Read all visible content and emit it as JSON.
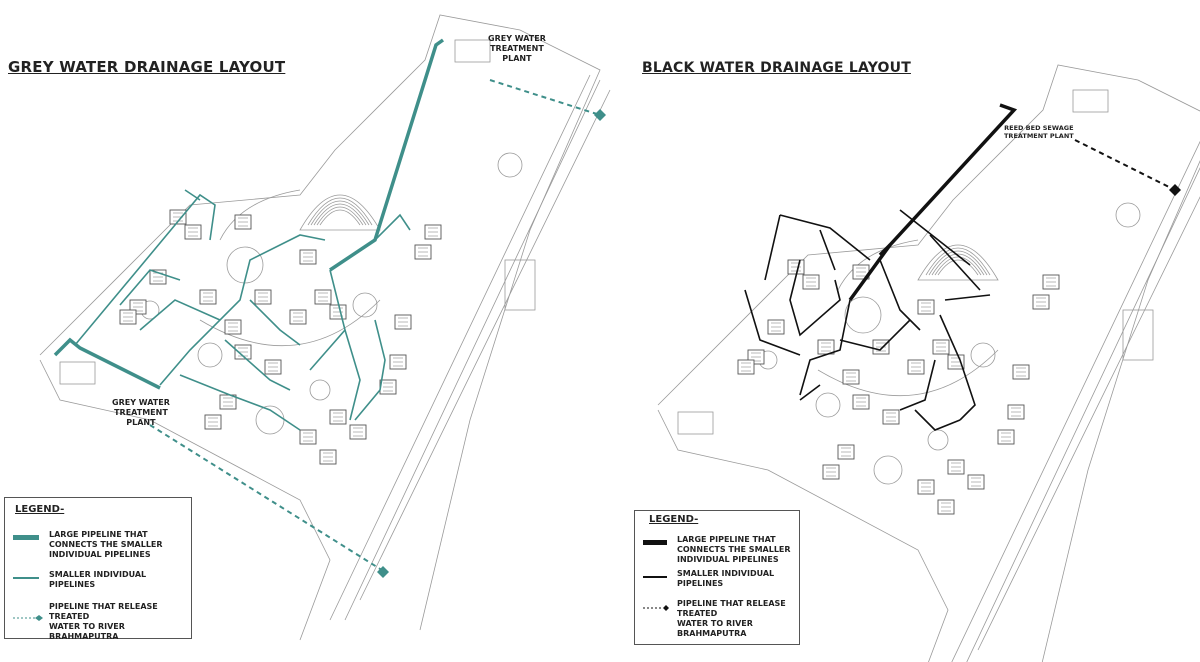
{
  "colors": {
    "grey_pipe": "#3f8f8a",
    "black_pipe": "#111111",
    "site_line": "#9a9a9a"
  },
  "grey_layout": {
    "title": "GREY WATER DRAINAGE LAYOUT",
    "plant_top": "GREY WATER\nTREATMENT\nPLANT",
    "plant_bottom": "GREY WATER\nTREATMENT\nPLANT",
    "legend": {
      "heading": "LEGEND-",
      "items": [
        {
          "label": "LARGE PIPELINE THAT\nCONNECTS THE SMALLER\nINDIVIDUAL PIPELINES"
        },
        {
          "label": "SMALLER INDIVIDUAL PIPELINES"
        },
        {
          "label": "PIPELINE THAT RELEASE\nTREATED\nWATER TO RIVER BRAHMAPUTRA"
        }
      ]
    }
  },
  "black_layout": {
    "title": "BLACK WATER DRAINAGE LAYOUT",
    "plant": "REED BED SEWAGE\nTREATMENT PLANT",
    "legend": {
      "heading": "LEGEND-",
      "items": [
        {
          "label": "LARGE PIPELINE THAT\nCONNECTS THE SMALLER\nINDIVIDUAL PIPELINES"
        },
        {
          "label": "SMALLER INDIVIDUAL\nPIPELINES"
        },
        {
          "label": "PIPELINE THAT RELEASE\nTREATED\nWATER TO RIVER\nBRAHMAPUTRA"
        }
      ]
    }
  }
}
